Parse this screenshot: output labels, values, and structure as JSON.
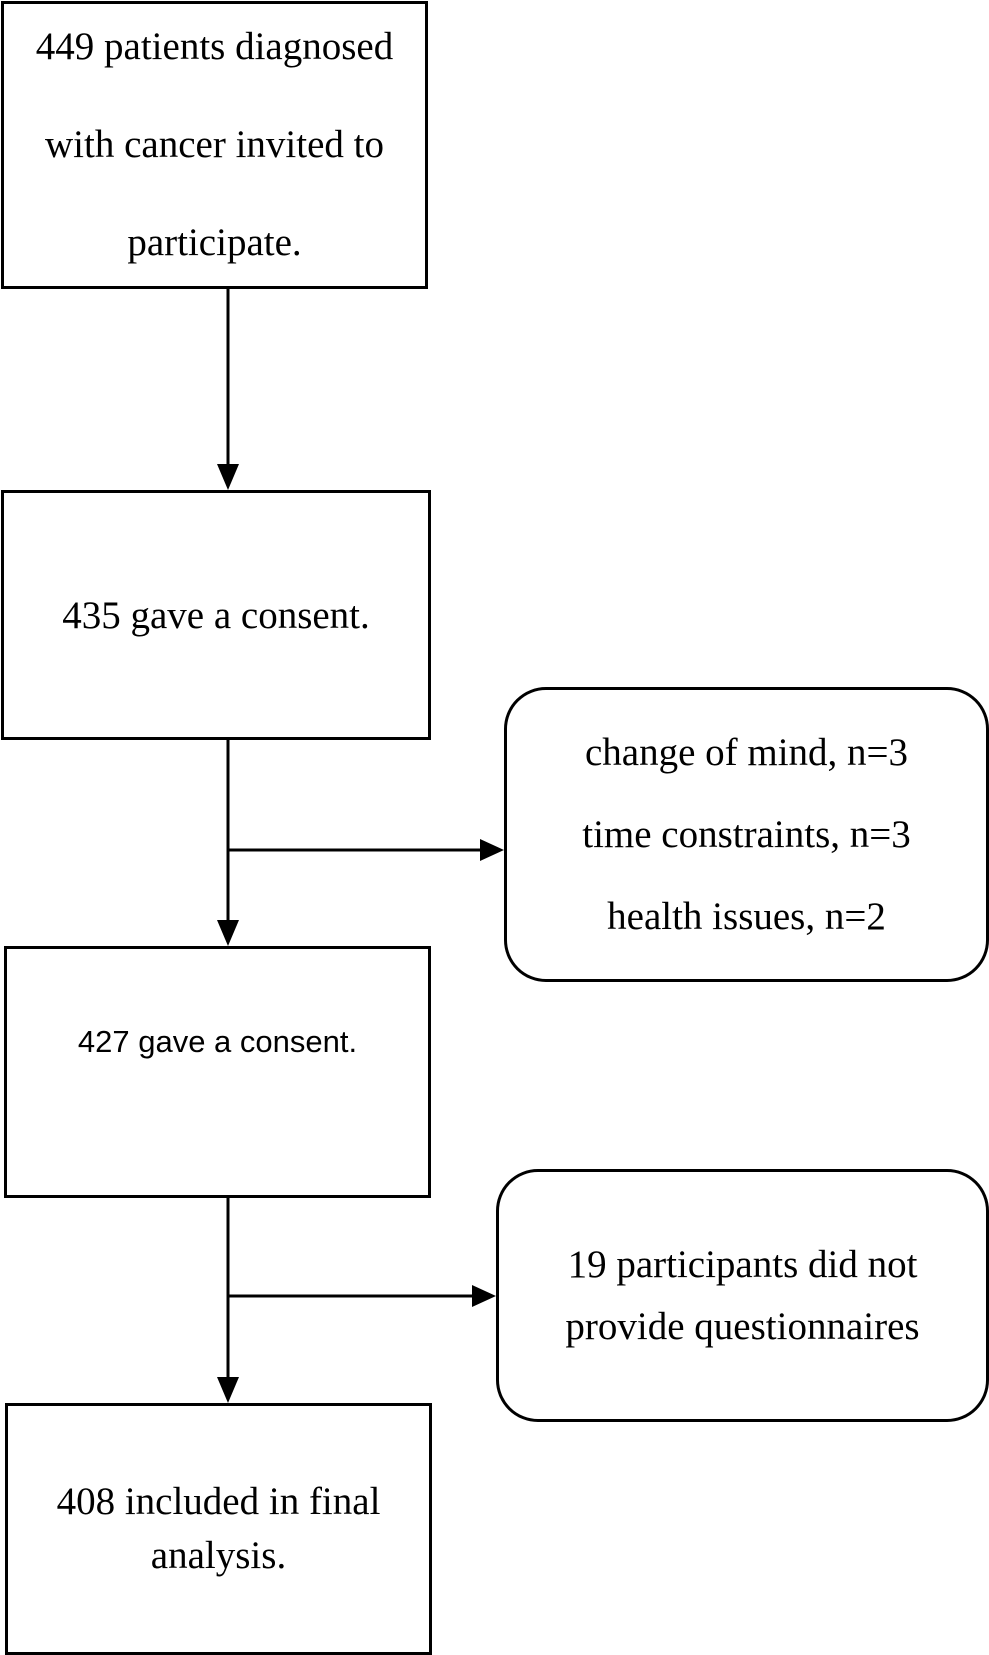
{
  "nodes": {
    "invited": {
      "lines": [
        "449 patients diagnosed",
        "with cancer invited to",
        "participate."
      ]
    },
    "consent1": {
      "text": "435 gave a consent."
    },
    "excluded1": {
      "lines": [
        "change of mind, n=3",
        "time constraints, n=3",
        "health issues, n=2"
      ]
    },
    "consent2": {
      "text": "427 gave a consent."
    },
    "excluded2": {
      "lines": [
        "19 participants did not",
        "provide questionnaires"
      ]
    },
    "final": {
      "lines": [
        "408 included in final",
        "analysis."
      ]
    }
  },
  "colors": {
    "stroke": "#000000",
    "background": "#ffffff"
  }
}
